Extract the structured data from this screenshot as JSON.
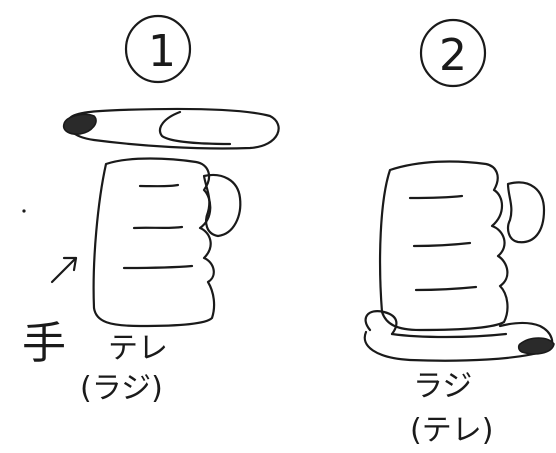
{
  "figure_1": {
    "number": "1",
    "label_main": "テレ",
    "label_paren": "(ラジ)",
    "hand_label": "手"
  },
  "figure_2": {
    "number": "2",
    "label_main": "ラジ",
    "label_paren": "(テレ)"
  }
}
